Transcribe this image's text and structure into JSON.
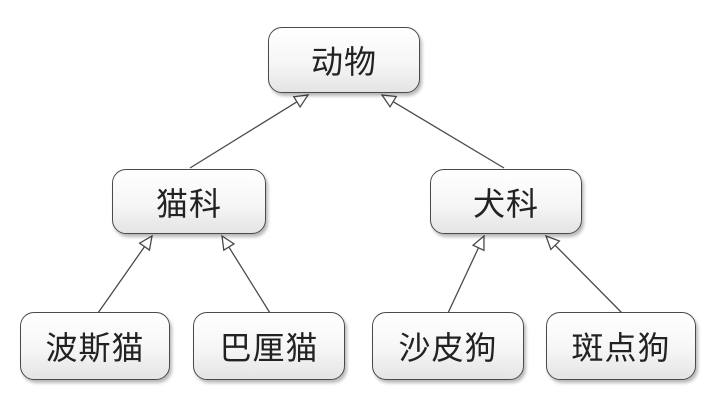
{
  "diagram": {
    "root": {
      "label": "动物"
    },
    "branches": [
      {
        "label": "猫科",
        "children": [
          {
            "label": "波斯猫"
          },
          {
            "label": "巴厘猫"
          }
        ]
      },
      {
        "label": "犬科",
        "children": [
          {
            "label": "沙皮狗"
          },
          {
            "label": "斑点狗"
          }
        ]
      }
    ]
  },
  "colors": {
    "line": "#4a4a4a",
    "text": "#222222",
    "node_fill_top": "#ffffff",
    "node_fill_bottom": "#e4e4e4"
  }
}
